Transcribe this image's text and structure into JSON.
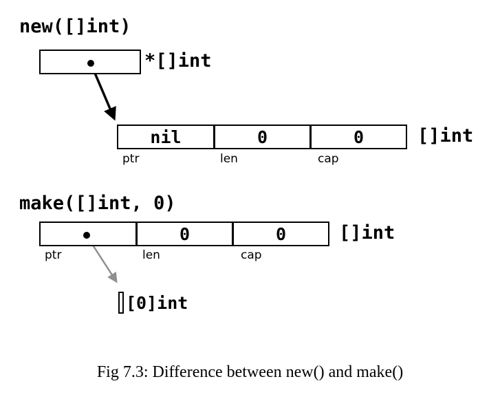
{
  "new_section": {
    "title": "new([]int)",
    "pointer_type": "*[]int",
    "slice_type": "[]int",
    "ptr_value": "nil",
    "len_value": "0",
    "cap_value": "0",
    "ptr_label": "ptr",
    "len_label": "len",
    "cap_label": "cap"
  },
  "make_section": {
    "title": "make([]int, 0)",
    "slice_type": "[]int",
    "len_value": "0",
    "cap_value": "0",
    "ptr_label": "ptr",
    "len_label": "len",
    "cap_label": "cap",
    "array_type": "[0]int"
  },
  "caption": "Fig 7.3: Difference between new() and make()",
  "colors": {
    "line": "#000000",
    "gray_arrow": "#8f8f8f",
    "background": "#ffffff"
  }
}
